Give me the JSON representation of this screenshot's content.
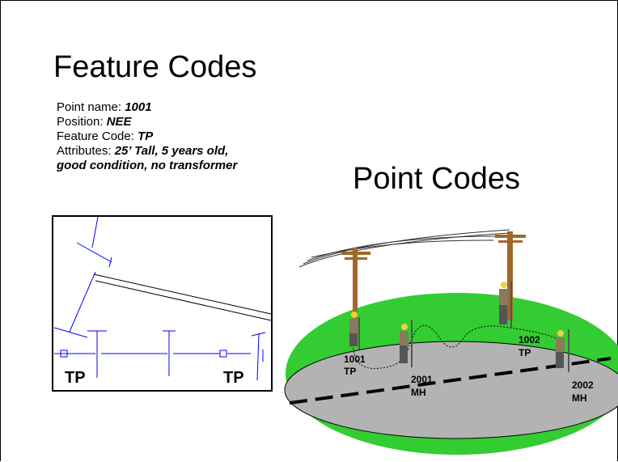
{
  "slide": {
    "title": "Feature Codes",
    "subtitle": "Point Codes"
  },
  "info": {
    "point_name_label": "Point name: ",
    "point_name_value": "1001",
    "position_label": "Position: ",
    "position_value": "NEE",
    "feature_code_label": "Feature Code: ",
    "feature_code_value": "TP",
    "attributes_label": "Attributes: ",
    "attributes_value_line1": "25’ Tall, 5 years old,",
    "attributes_value_line2": "good condition, no transformer"
  },
  "plan_view": {
    "tp_left": "TP",
    "tp_right": "TP"
  },
  "scene": {
    "p1_num": "1001",
    "p1_code": "TP",
    "p2_num": "2001",
    "p2_code": "MH",
    "p3_num": "1002",
    "p3_code": "TP",
    "p4_num": "2002",
    "p4_code": "MH"
  },
  "colors": {
    "grass": "#33cc33",
    "road": "#b3b3b3",
    "pole": "#a0672a",
    "linework": "#0000ff"
  }
}
